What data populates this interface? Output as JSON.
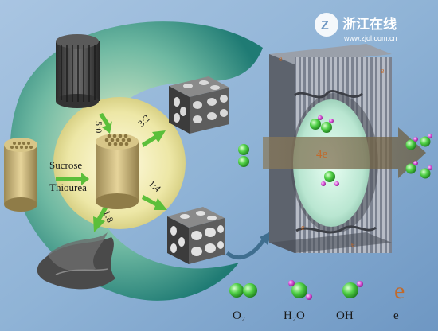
{
  "watermark": {
    "name": "浙江在线",
    "url": "www.zjol.com.cn"
  },
  "synthesis": {
    "reagent_line1": "Sucrose",
    "reagent_line2": "Thiourea",
    "ratios": [
      "5:0",
      "3:2",
      "1:4",
      "1:8"
    ]
  },
  "reaction": {
    "electron_label": "4e",
    "electron_symbol": "e"
  },
  "legend": {
    "o2": "O₂",
    "h2o": "H₂O",
    "oh": "OH⁻",
    "e": "e⁻"
  },
  "colors": {
    "background_blue": "#8fb3d6",
    "teal_crescent": "#2f8f8a",
    "yellow_disc": "#e9e4a3",
    "green_arrow": "#5bbf3a",
    "oxygen_green": "#3fbf3f",
    "hydrogen_pink": "#d64fd6",
    "electron_orange": "#c06a2c"
  }
}
